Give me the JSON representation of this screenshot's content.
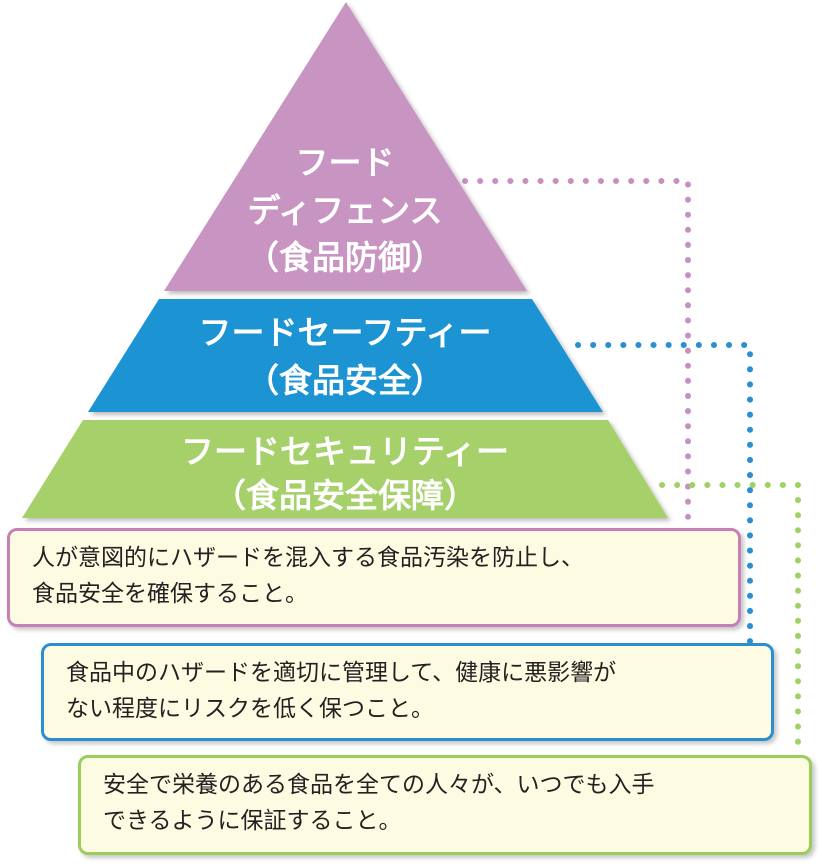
{
  "colors": {
    "defense": "#c894c2",
    "safety": "#1f93d2",
    "security": "#a6d06a",
    "defense_border": "#c77fb8",
    "safety_border": "#2a8fd1",
    "security_border": "#9acd5a",
    "box_fill": "#fdfbe2"
  },
  "tiers": {
    "defense": {
      "line1": "フード",
      "line2": "ディフェンス",
      "line3": "（食品防御）"
    },
    "safety": {
      "line1": "フードセーフティー",
      "line2": "（食品安全）"
    },
    "security": {
      "line1": "フードセキュリティー",
      "line2": "（食品安全保障）"
    }
  },
  "descriptions": {
    "defense": {
      "line1": "人が意図的にハザードを混入する食品汚染を防止し、",
      "line2": "食品安全を確保すること。"
    },
    "safety": {
      "line1": "食品中のハザードを適切に管理して、健康に悪影響が",
      "line2": "ない程度にリスクを低く保つこと。"
    },
    "security": {
      "line1": "安全で栄養のある食品を全ての人々が、いつでも入手",
      "line2": "できるように保証すること。"
    }
  }
}
